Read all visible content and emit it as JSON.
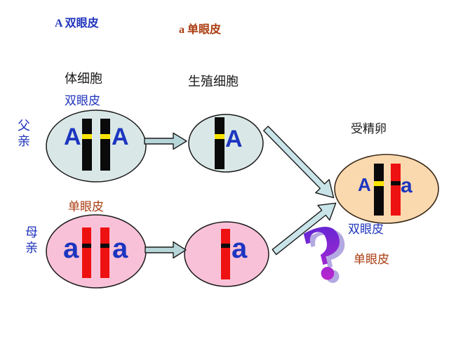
{
  "legend": {
    "dominant_label": "A 双眼皮",
    "recessive_label": "a 单眼皮"
  },
  "headers": {
    "somatic_cell": "体细胞",
    "germ_cell": "生殖细胞",
    "fertilized_egg": "受精卵"
  },
  "father": {
    "role": "父亲",
    "phenotype": "双眼皮",
    "allele_left": "A",
    "allele_right": "A",
    "gamete_allele": "A"
  },
  "mother": {
    "role": "母亲",
    "phenotype": "单眼皮",
    "allele_left": "a",
    "allele_right": "a",
    "gamete_allele": "a"
  },
  "offspring": {
    "allele_left": "A",
    "allele_right": "a",
    "phenotype_double": "双眼皮",
    "phenotype_single": "单眼皮",
    "question_mark": "?"
  },
  "colors": {
    "blue_text": "#2135bd",
    "dark_red_text": "#aa3c10",
    "black_text": "#1a1a1a",
    "allele_blue": "#1c35c0",
    "father_cell_fill": "#d9e8e6",
    "mother_cell_fill": "#f9c1d8",
    "egg_cell_fill": "#fbd9ae",
    "chromosome_black": "#0a0a0a",
    "chromosome_red": "#ee1111",
    "band_yellow": "#f8e400",
    "band_black": "#0a0a0a",
    "arrow_fill": "#b7d6da",
    "arrow_diag_fill": "#c9e4e8",
    "qmark_top": "#5b24d4",
    "qmark_mid": "#8d28d2",
    "qmark_bottom": "#cb24cb",
    "qmark_shadow": "#b4a8e2"
  }
}
